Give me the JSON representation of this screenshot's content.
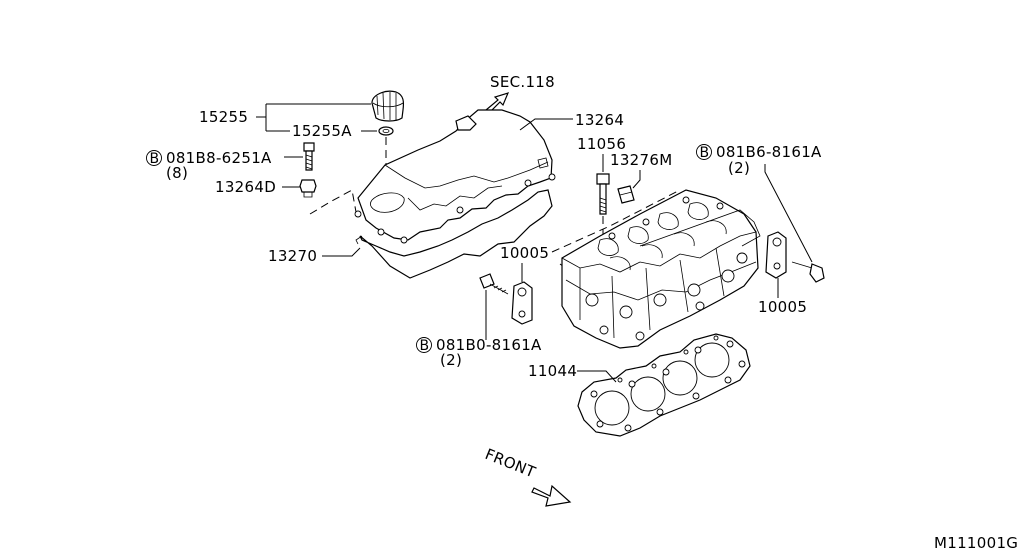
{
  "labels": {
    "sec": "SEC.118",
    "p15255": "15255",
    "p15255a": "15255A",
    "p13264": "13264",
    "bolt_cover_code": "081B8-6251A",
    "bolt_cover_qty": "(8)",
    "p13264d": "13264D",
    "p13270": "13270",
    "p11056": "11056",
    "p13276m": "13276M",
    "bolt_right_code": "081B6-8161A",
    "bolt_right_qty": "(2)",
    "p10005_left": "10005",
    "p10005_right": "10005",
    "bolt_left_code": "081B0-8161A",
    "bolt_left_qty": "(2)",
    "p11044": "11044",
    "front": "FRONT",
    "diagram_id": "M111001G",
    "circle_b": "B"
  }
}
